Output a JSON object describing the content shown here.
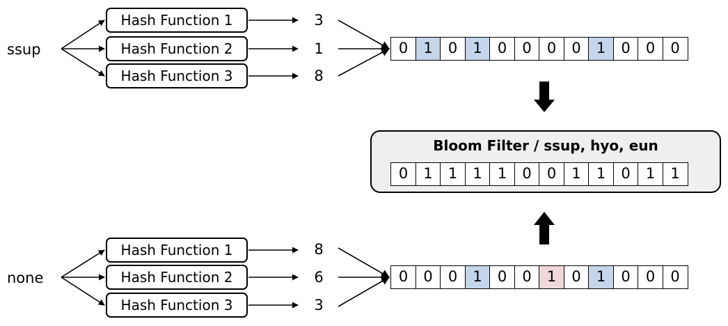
{
  "colors": {
    "set_bit": "#c5d6ea",
    "collision_bit": "#f0d8d8",
    "bloom_panel_bg": "#efefef"
  },
  "top_example": {
    "input": "ssup",
    "hash_functions": [
      {
        "label": "Hash Function 1",
        "output": "3"
      },
      {
        "label": "Hash Function 2",
        "output": "1"
      },
      {
        "label": "Hash Function 3",
        "output": "8"
      }
    ],
    "bits": [
      "0",
      "1",
      "0",
      "1",
      "0",
      "0",
      "0",
      "0",
      "1",
      "0",
      "0",
      "0"
    ],
    "highlight": [
      "none",
      "set",
      "none",
      "set",
      "none",
      "none",
      "none",
      "none",
      "set",
      "none",
      "none",
      "none"
    ]
  },
  "bloom_filter": {
    "title": "Bloom Filter / ssup, hyo, eun",
    "bits": [
      "0",
      "1",
      "1",
      "1",
      "1",
      "0",
      "0",
      "1",
      "1",
      "0",
      "1",
      "1"
    ]
  },
  "bottom_example": {
    "input": "none",
    "hash_functions": [
      {
        "label": "Hash Function 1",
        "output": "8"
      },
      {
        "label": "Hash Function 2",
        "output": "6"
      },
      {
        "label": "Hash Function 3",
        "output": "3"
      }
    ],
    "bits": [
      "0",
      "0",
      "0",
      "1",
      "0",
      "0",
      "1",
      "0",
      "1",
      "0",
      "0",
      "0"
    ],
    "highlight": [
      "none",
      "none",
      "none",
      "set",
      "none",
      "none",
      "collision",
      "none",
      "set",
      "none",
      "none",
      "none"
    ]
  },
  "arrows": {
    "top_to_filter": "down",
    "bottom_to_filter": "up"
  }
}
